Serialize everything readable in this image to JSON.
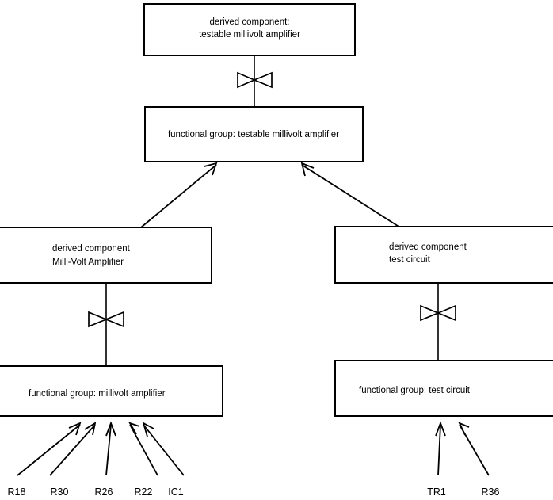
{
  "diagram": {
    "type": "component-hierarchy",
    "background_color": "#ffffff",
    "line_color": "#000000",
    "nodes": {
      "top_derived": {
        "line1": "derived component:",
        "line2": "testable millivolt amplifier"
      },
      "top_functional": {
        "line1": "functional group: testable millivolt amplifier"
      },
      "left_derived": {
        "line1": "derived component",
        "line2": "Milli-Volt Amplifier"
      },
      "right_derived": {
        "line1": "derived component",
        "line2": "test circuit"
      },
      "left_functional": {
        "line1": "functional group: millivolt amplifier"
      },
      "right_functional": {
        "line1": "functional group: test circuit"
      }
    },
    "leaf_labels_left": [
      {
        "text": "R18"
      },
      {
        "text": "R30"
      },
      {
        "text": "R26"
      },
      {
        "text": "R22"
      },
      {
        "text": "IC1"
      }
    ],
    "leaf_labels_right": [
      {
        "text": "TR1"
      },
      {
        "text": "R36"
      }
    ],
    "connector_names": [
      "bowtie-connector-top",
      "bowtie-connector-left",
      "bowtie-connector-right"
    ]
  }
}
